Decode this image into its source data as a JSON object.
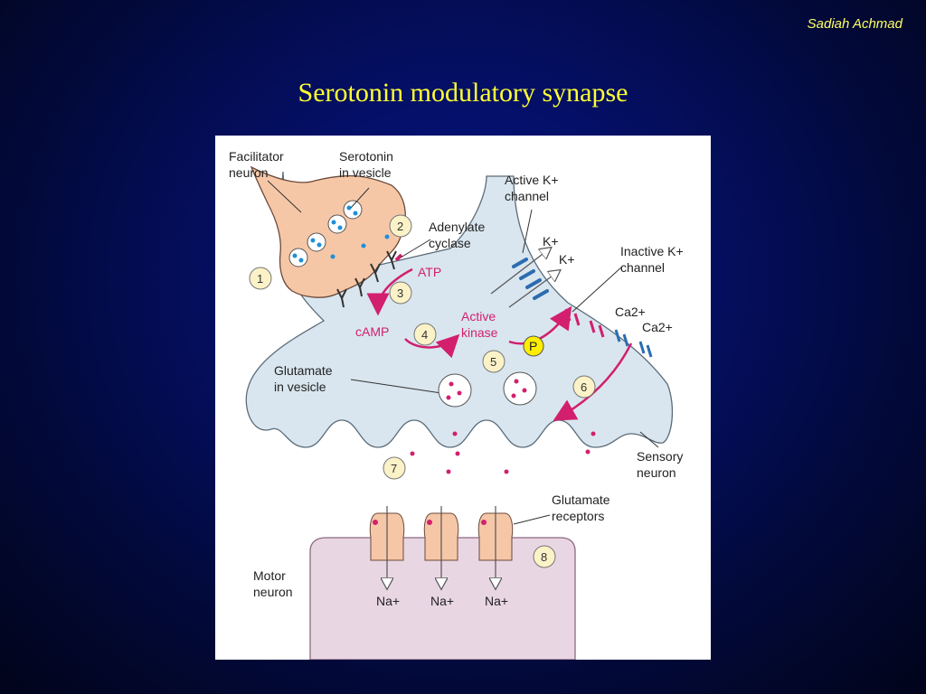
{
  "slide": {
    "author": "Sadiah Achmad",
    "title": "Serotonin modulatory synapse"
  },
  "figure": {
    "labels": {
      "facilitator_neuron": [
        "Facilitator",
        "neuron"
      ],
      "serotonin_in_vesicle": [
        "Serotonin",
        "in vesicle"
      ],
      "adenylate_cyclase": [
        "Adenylate",
        "cyclase"
      ],
      "active_k_channel": [
        "Active K+",
        "channel"
      ],
      "inactive_k_channel": [
        "Inactive K+",
        "channel"
      ],
      "glutamate_in_vesicle": [
        "Glutamate",
        "in vesicle"
      ],
      "sensory_neuron": [
        "Sensory",
        "neuron"
      ],
      "glutamate_receptors": [
        "Glutamate",
        "receptors"
      ],
      "motor_neuron": [
        "Motor",
        "neuron"
      ],
      "atp": "ATP",
      "camp": "cAMP",
      "active_kinase": [
        "Active",
        "kinase"
      ],
      "phosphate": "P",
      "k_ion": "K+",
      "ca_ion": "Ca2+",
      "na_ion": "Na+"
    },
    "steps": [
      "1",
      "2",
      "3",
      "4",
      "5",
      "6",
      "7",
      "8"
    ],
    "colors": {
      "facilitator_fill": "#f6c7a7",
      "sensory_fill": "#d9e6ef",
      "motor_fill": "#e9d6e3",
      "magenta": "#d21f6e",
      "channel_blue": "#2b6cb0",
      "serotonin_dot": "#1e90d6",
      "step_circle": "#fbf2c7",
      "phosphate_fill": "#ffee00"
    }
  }
}
